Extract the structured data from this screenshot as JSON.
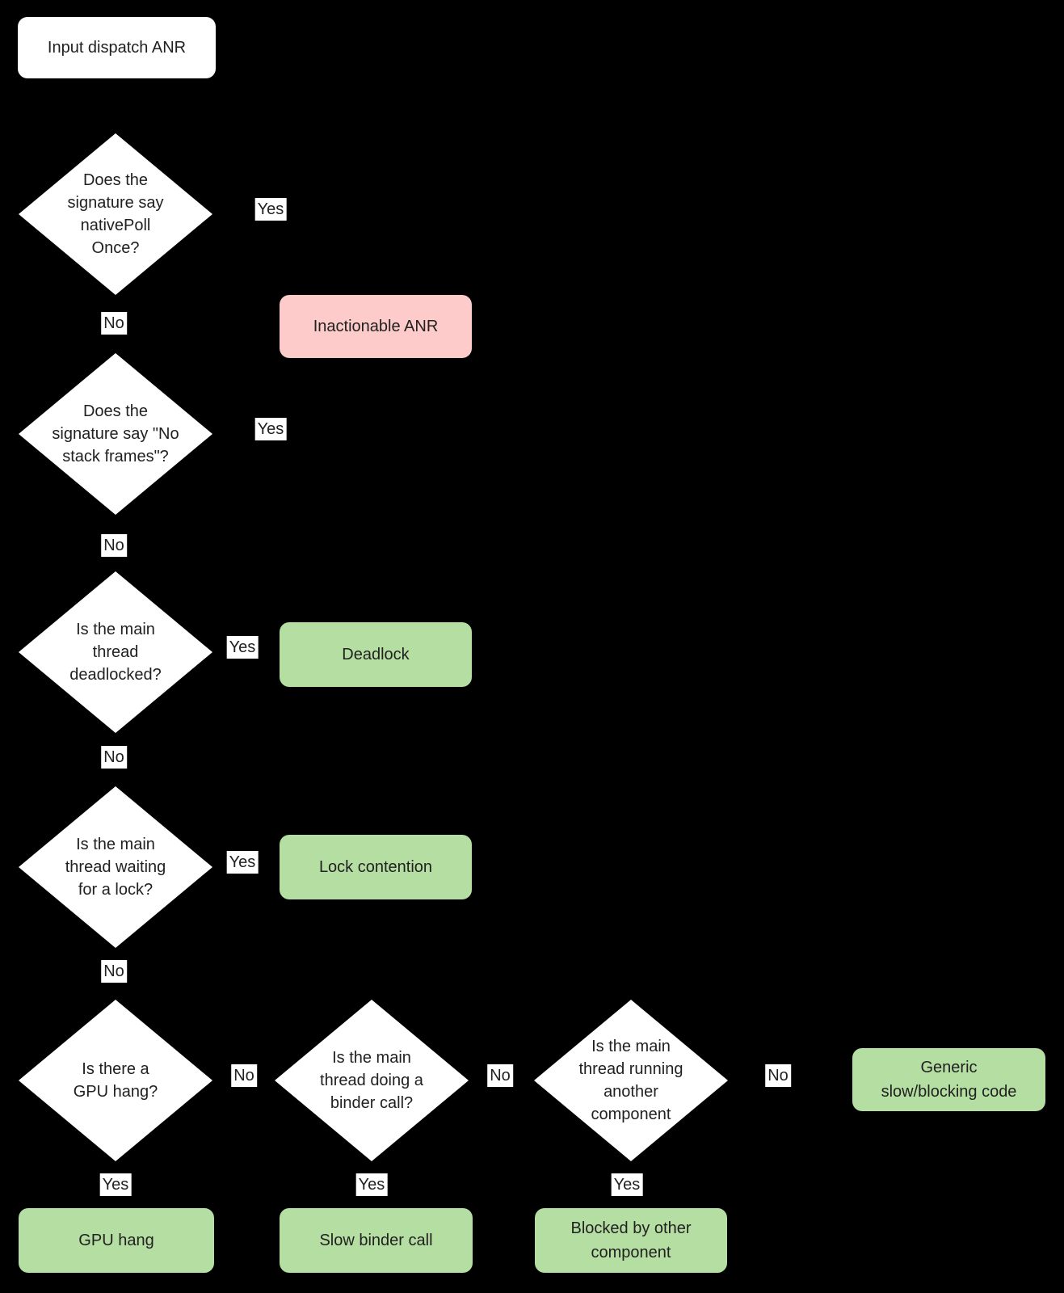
{
  "palette": {
    "background": "#000000",
    "node_fill": "#ffffff",
    "outcome_green": "#b5dfa2",
    "outcome_red": "#fccbca",
    "text": "#212121"
  },
  "graph": {
    "type": "flowchart",
    "nodes": {
      "start": {
        "label": "Input dispatch ANR",
        "kind": "start"
      },
      "native_poll": {
        "label": "Does the\nsignature say\nnativePoll\nOnce?",
        "kind": "decision"
      },
      "no_stack_frames": {
        "label": "Does the\nsignature say \"No\nstack frames\"?",
        "kind": "decision"
      },
      "deadlocked": {
        "label": "Is the main\nthread\ndeadlocked?",
        "kind": "decision"
      },
      "waiting_lock": {
        "label": "Is the main\nthread waiting\nfor a lock?",
        "kind": "decision"
      },
      "gpu_hang_q": {
        "label": "Is there a\nGPU hang?",
        "kind": "decision"
      },
      "binder_call_q": {
        "label": "Is the main\nthread doing a\nbinder call?",
        "kind": "decision"
      },
      "other_component_q": {
        "label": "Is the main\nthread running\nanother\ncomponent",
        "kind": "decision"
      },
      "inactionable_anr": {
        "label": "Inactionable ANR",
        "kind": "outcome-red"
      },
      "deadlock": {
        "label": "Deadlock",
        "kind": "outcome-green"
      },
      "lock_contention": {
        "label": "Lock contention",
        "kind": "outcome-green"
      },
      "gpu_hang": {
        "label": "GPU hang",
        "kind": "outcome-green"
      },
      "slow_binder_call": {
        "label": "Slow binder call",
        "kind": "outcome-green"
      },
      "blocked_by_other": {
        "label": "Blocked by other\ncomponent",
        "kind": "outcome-green"
      },
      "generic_slow": {
        "label": "Generic\nslow/blocking code",
        "kind": "outcome-green"
      }
    },
    "edges": [
      {
        "from": "native_poll",
        "to": "inactionable_anr",
        "label": "Yes"
      },
      {
        "from": "native_poll",
        "to": "no_stack_frames",
        "label": "No"
      },
      {
        "from": "no_stack_frames",
        "to": "inactionable_anr",
        "label": "Yes"
      },
      {
        "from": "no_stack_frames",
        "to": "deadlocked",
        "label": "No"
      },
      {
        "from": "deadlocked",
        "to": "deadlock",
        "label": "Yes"
      },
      {
        "from": "deadlocked",
        "to": "waiting_lock",
        "label": "No"
      },
      {
        "from": "waiting_lock",
        "to": "lock_contention",
        "label": "Yes"
      },
      {
        "from": "waiting_lock",
        "to": "gpu_hang_q",
        "label": "No"
      },
      {
        "from": "gpu_hang_q",
        "to": "gpu_hang",
        "label": "Yes"
      },
      {
        "from": "gpu_hang_q",
        "to": "binder_call_q",
        "label": "No"
      },
      {
        "from": "binder_call_q",
        "to": "slow_binder_call",
        "label": "Yes"
      },
      {
        "from": "binder_call_q",
        "to": "other_component_q",
        "label": "No"
      },
      {
        "from": "other_component_q",
        "to": "blocked_by_other",
        "label": "Yes"
      },
      {
        "from": "other_component_q",
        "to": "generic_slow",
        "label": "No"
      }
    ]
  }
}
